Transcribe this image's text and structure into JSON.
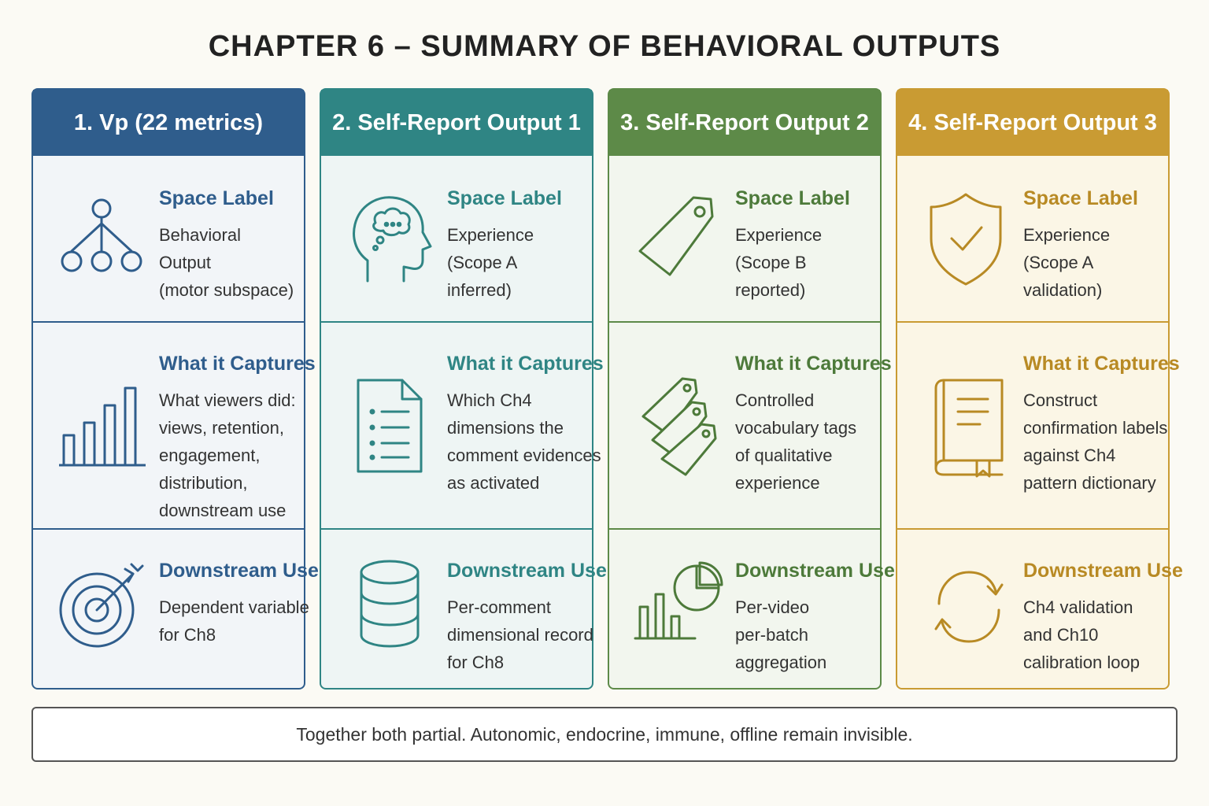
{
  "title": "CHAPTER 6 – SUMMARY OF BEHAVIORAL OUTPUTS",
  "colors": {
    "blue": "#2f5d8c",
    "teal": "#2f8584",
    "green": "#5d8a48",
    "gold": "#c99b33"
  },
  "columns": [
    {
      "header": "1. Vp (22 metrics)",
      "rows": [
        {
          "icon": "hierarchy-icon",
          "label": "Space Label",
          "text": "Behavioral Output\n(motor subspace)"
        },
        {
          "icon": "bar-chart-icon",
          "label": "What it Captures",
          "text": "What viewers did:\nviews, retention,\nengagement,\ndistribution,\ndownstream use"
        },
        {
          "icon": "target-icon",
          "label": "Downstream Use",
          "text": "Dependent variable\nfor Ch8"
        }
      ]
    },
    {
      "header": "2. Self-Report Output 1",
      "rows": [
        {
          "icon": "head-thought-icon",
          "label": "Space Label",
          "text": "Experience\n(Scope A inferred)"
        },
        {
          "icon": "document-list-icon",
          "label": "What it Captures",
          "text": "Which Ch4\ndimensions the\ncomment evidences\nas activated"
        },
        {
          "icon": "database-icon",
          "label": "Downstream Use",
          "text": "Per-comment\ndimensional record\nfor Ch8"
        }
      ]
    },
    {
      "header": "3. Self-Report Output 2",
      "rows": [
        {
          "icon": "tag-icon",
          "label": "Space Label",
          "text": "Experience\n(Scope B reported)"
        },
        {
          "icon": "tags-icon",
          "label": "What it Captures",
          "text": "Controlled\nvocabulary tags\nof qualitative\nexperience"
        },
        {
          "icon": "chart-pie-icon",
          "label": "Downstream Use",
          "text": "Per-video\nper-batch\naggregation"
        }
      ]
    },
    {
      "header": "4. Self-Report Output 3",
      "rows": [
        {
          "icon": "shield-check-icon",
          "label": "Space Label",
          "text": "Experience\n(Scope A validation)"
        },
        {
          "icon": "book-icon",
          "label": "What it Captures",
          "text": "Construct\nconfirmation labels\nagainst Ch4\npattern dictionary"
        },
        {
          "icon": "refresh-icon",
          "label": "Downstream Use",
          "text": "Ch4 validation\nand Ch10\ncalibration loop"
        }
      ]
    }
  ],
  "footer": "Together both partial.  Autonomic, endocrine, immune, offline remain invisible."
}
